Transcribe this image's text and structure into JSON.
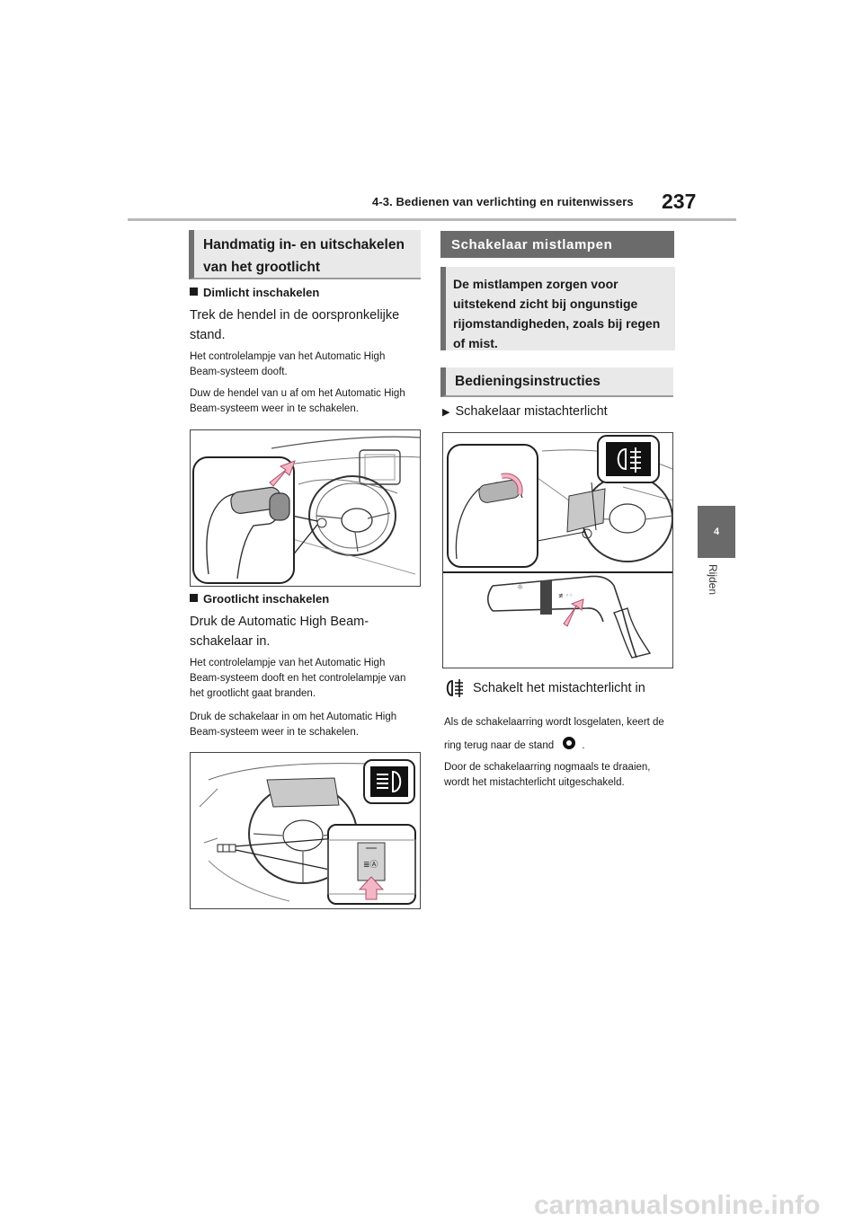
{
  "header": {
    "chapter_title": "4-3. Bedienen van verlichting en ruitenwissers",
    "page_number": "237"
  },
  "side_tab": {
    "chapter_number": "4",
    "chapter_name": "Rijden"
  },
  "left": {
    "section_title": "Handmatig in- en uitschakelen van het grootlicht",
    "dim": {
      "heading": "Dimlicht inschakelen",
      "instruction": "Trek de hendel in de oorspronkelijke stand.",
      "note1": "Het controlelampje van het Automatic High Beam-systeem dooft.",
      "note2": "Duw de hendel van u af om het Automatic High Beam-systeem weer in te schakelen."
    },
    "high": {
      "heading": "Grootlicht inschakelen",
      "instruction": "Druk de Automatic High Beam-schakelaar in.",
      "note1": "Het controlelampje van het Automatic High Beam-systeem dooft en het controlelampje van het grootlicht gaat branden.",
      "note2": "Druk de schakelaar in om het Automatic High Beam-systeem weer in te schakelen."
    }
  },
  "right": {
    "section_bar": "Schakelaar mistlampen",
    "intro": "De mistlampen zorgen voor uitstekend zicht bij ongunstige rijomstandigheden, zoals bij regen of mist.",
    "instructions_title": "Bedieningsinstructies",
    "item_label": "Schakelaar mistachterlicht",
    "symbol_caption": "Schakelt het mistachterlicht in",
    "note1": "Als de schakelaarring wordt losgelaten, keert de ring terug naar de stand",
    "note1_end": ".",
    "note2": "Door de schakelaarring nogmaals te draaien, wordt het mistachterlicht uitgeschakeld."
  },
  "icons": {
    "rear_fog": "rear-fog-light-icon",
    "high_beam": "high-beam-icon",
    "auto_high_beam": "auto-high-beam-icon",
    "off_position": "off-position-icon",
    "arrow": "triangle-bullet-icon"
  },
  "colors": {
    "arrow_pink": "#f4b6c4",
    "tab_gray": "#6a6a6a",
    "box_gray": "#e9e9e9"
  },
  "footer": {
    "watermark": "carmanualsonline.info"
  }
}
